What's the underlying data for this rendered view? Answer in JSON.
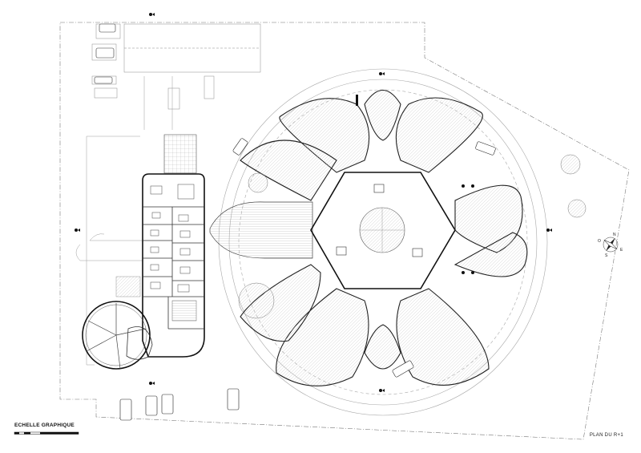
{
  "drawing": {
    "scale_label": "ECHELLE GRAPHIQUE",
    "sheet_label": "PLAN DU R+1"
  },
  "compass": {
    "north": "N",
    "south": "S",
    "east": "E",
    "west": "O"
  },
  "colors": {
    "ink": "#1a1a1a",
    "thin_line": "#9a9a9a",
    "hatch": "#bdbdbd",
    "background": "#ffffff"
  }
}
